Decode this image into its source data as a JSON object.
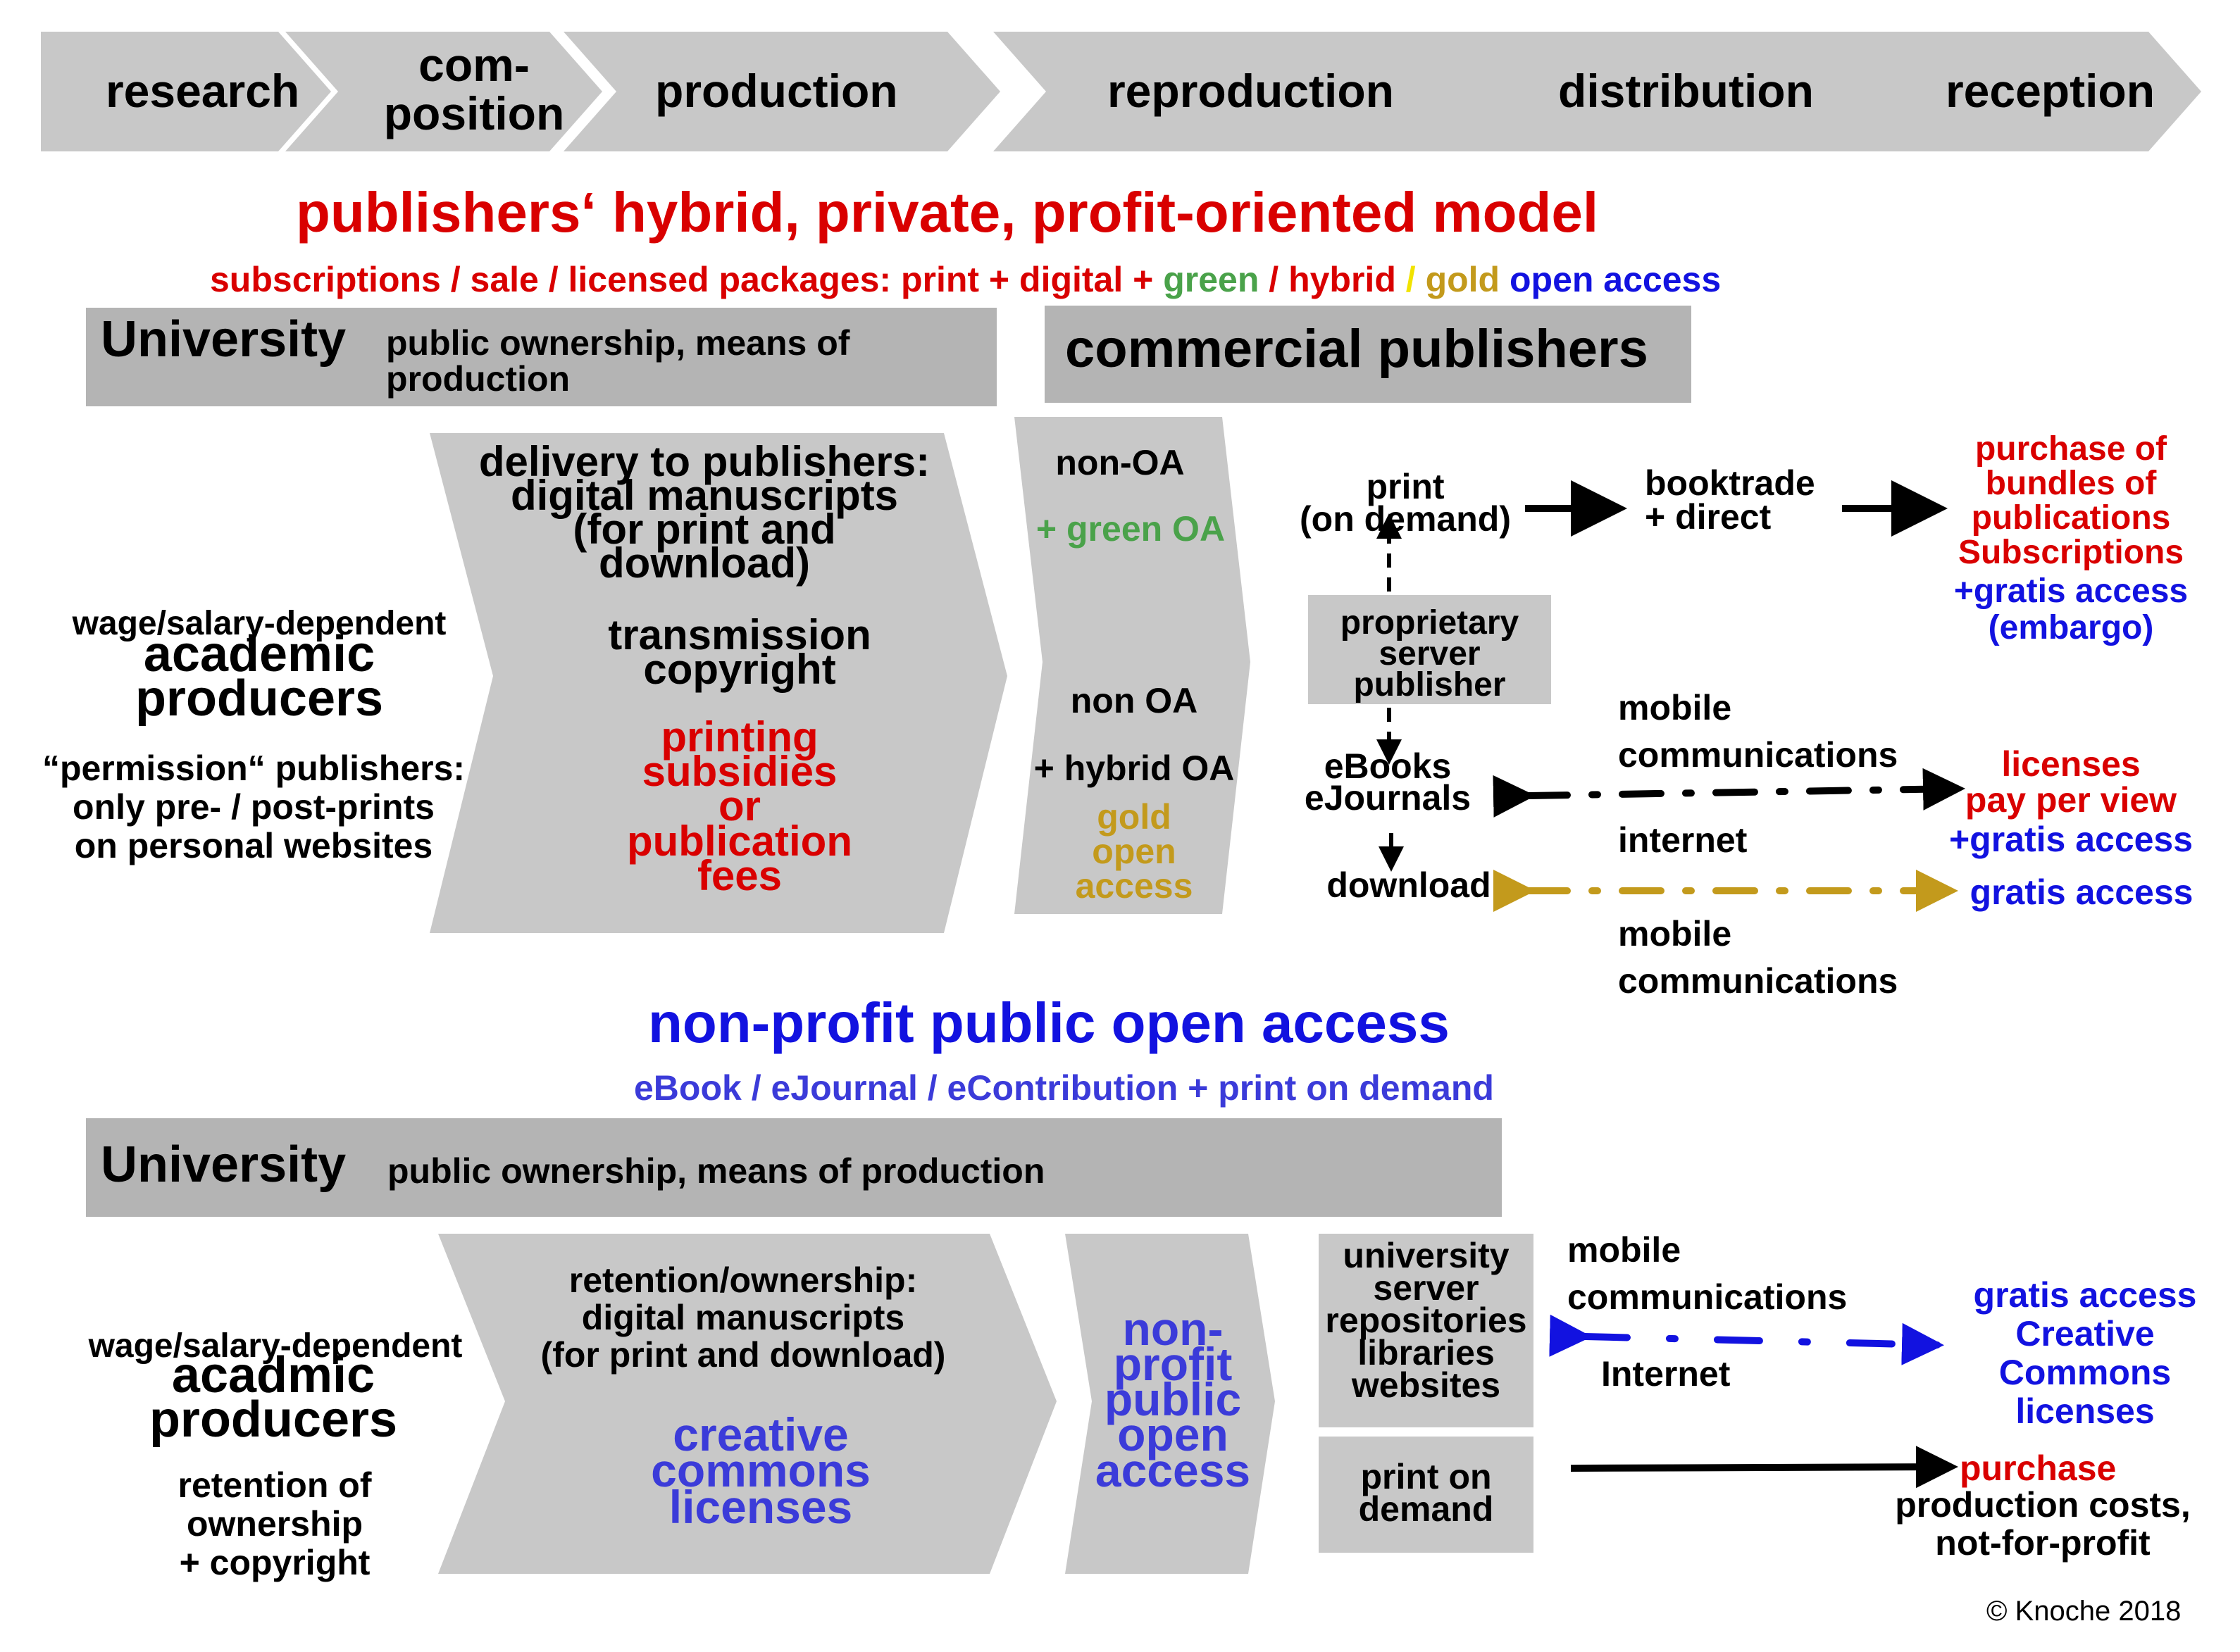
{
  "steps": [
    "research",
    "com-\nposition",
    "production",
    "reproduction",
    "distribution",
    "reception"
  ],
  "model1": {
    "title": "publishers‘ hybrid, private, profit-oriented model",
    "sub_a": "subscriptions / sale / licensed packages: print + digital + ",
    "sub_green": "green",
    "sub_b": " / hybrid ",
    "sub_slash": "/",
    "sub_gold": " gold",
    "sub_oa": " open access",
    "univ_title": "University",
    "univ_desc": "public ownership, means of\nproduction",
    "pub_title": "commercial publishers",
    "producers_top": "wage/salary-dependent",
    "producers_main": "academic\nproducers",
    "permission": "“permission“ publishers:\nonly pre- / post-prints\non personal websites",
    "delivery": "delivery to publishers:\ndigital manuscripts\n(for print and\ndownload)",
    "transmission": "transmission\ncopyright",
    "subsidies": "printing\nsubsidies\nor\npublication\nfees",
    "non_oa_1": "non-OA",
    "green_oa": "+ green OA",
    "non_oa_2": "non OA",
    "hybrid_oa": "+ hybrid OA",
    "gold_oa": "gold\nopen\naccess",
    "print_od": "print\n(on demand)",
    "booktrade": "booktrade\n+ direct",
    "purchase": "purchase of\nbundles of\npublications\nSubscriptions",
    "gratis_embargo": "+gratis access\n(embargo)",
    "prop_server": "proprietary\nserver\npublisher",
    "mobile_1": "mobile\ncommunications",
    "ebooks": "eBooks\neJournals",
    "internet": "internet",
    "licenses": "licenses\npay per view",
    "gratis_plus": "+gratis access",
    "download": "download",
    "gratis_access": "gratis access",
    "mobile_2": "mobile\ncommunications"
  },
  "model2": {
    "title": "non-profit public open access",
    "subtitle": "eBook / eJournal / eContribution + print on demand",
    "univ_title": "University",
    "univ_desc": "public ownership, means of production",
    "producers_top": "wage/salary-dependent",
    "producers_main": "acadmic\nproducers",
    "retention_own": "retention of\nownership\n+ copyright",
    "retention": "retention/ownership:\ndigital manuscripts\n(for print and download)",
    "cc": "creative\ncommons\nlicenses",
    "npoa": "non-\nprofit\npublic\nopen\naccess",
    "univ_server": "university\nserver\nrepositories\nlibraries\nwebsites",
    "print_od": "print on\ndemand",
    "mobile": "mobile\ncommunications",
    "internet": "Internet",
    "gratis_cc": "gratis access\nCreative\nCommons\nlicenses",
    "purchase": "purchase",
    "prod_costs": "production costs,\nnot-for-profit"
  },
  "copyright": "© Knoche 2018",
  "colors": {
    "red": "#d90000",
    "blue": "#1212e0",
    "green": "#4aa24a",
    "gold": "#c39a1c",
    "grey_dark": "#b4b4b4",
    "grey_light": "#c8c8c8"
  }
}
